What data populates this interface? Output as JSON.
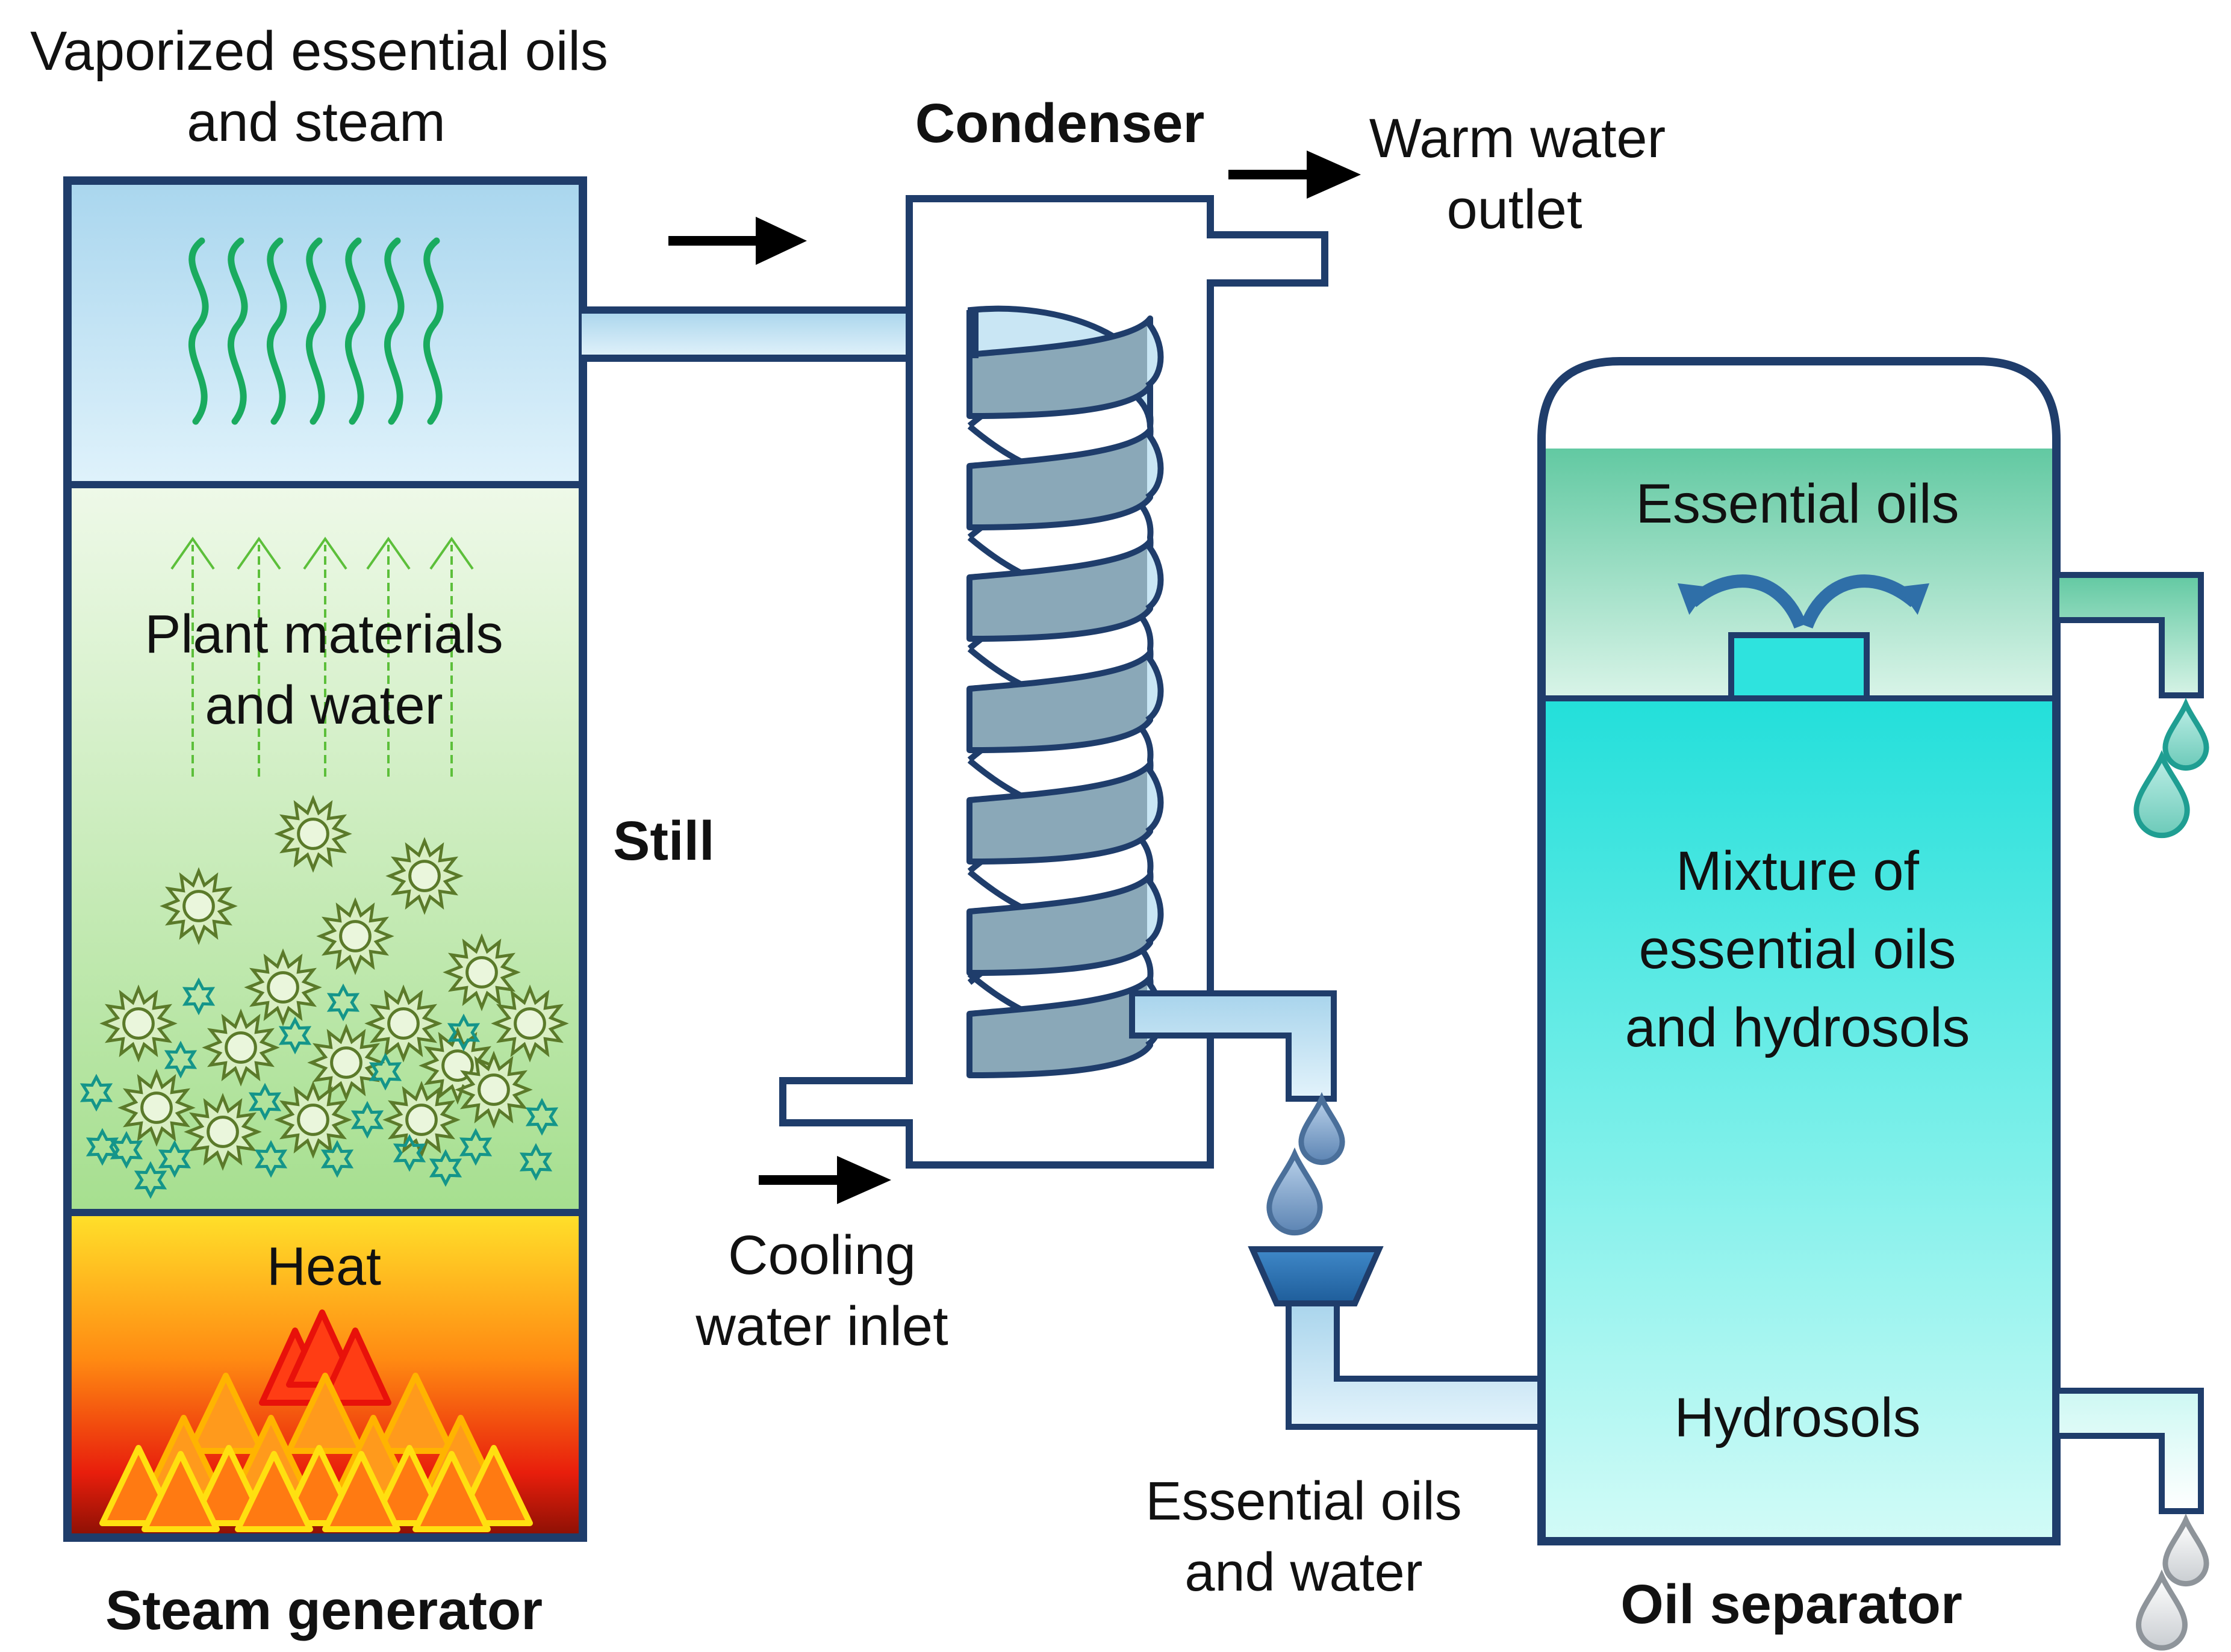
{
  "labels": {
    "vapor_line1": "Vaporized essential oils",
    "vapor_line2": "and steam",
    "condenser": "Condenser",
    "warm_line1": "Warm water",
    "warm_line2": "outlet",
    "plant_line1": "Plant materials",
    "plant_line2": "and water",
    "still": "Still",
    "heat": "Heat",
    "steam_generator": "Steam generator",
    "cooling_line1": "Cooling",
    "cooling_line2": "water inlet",
    "eo_water_line1": "Essential oils",
    "eo_water_line2": "and water",
    "essential_oils": "Essential oils",
    "mixture_line1": "Mixture of",
    "mixture_line2": "essential oils",
    "mixture_line3": "and hydrosols",
    "hydrosols": "Hydrosols",
    "oil_separator": "Oil separator"
  },
  "colors": {
    "outline": "#1f3d6b",
    "vapor_fill": "#bfe2f3",
    "vapor_waves": "#1aab5f",
    "plant_green": "#a6df8f",
    "heat_yellow": "#ffd21c",
    "heat_red": "#e81e0c",
    "coil_front": "#8aa8b8",
    "coil_back": "#c9e6f4",
    "oil_layer": "#5bc7a0",
    "mixture": "#2ee3de",
    "hydrosol": "#b9f6f1",
    "drop_blue": "#6a8fb8",
    "drop_teal": "#1f9e92",
    "drop_gray": "#9aa0a6",
    "funnel": "#2f73b5"
  }
}
